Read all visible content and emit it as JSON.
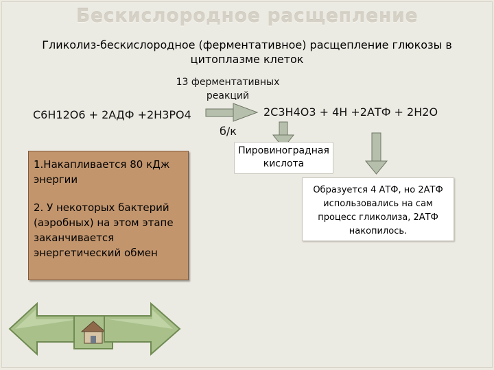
{
  "slide": {
    "title": "Бескислородное расщепление",
    "subtitle": "Гликолиз-бескислородное (ферментативное) расщепление глюкозы в цитоплазме клеток",
    "reaction_count_label": "13 ферментативных реакций",
    "left_side": "С6Н12О6 + 2АДФ +2Н3РО4",
    "right_side": "2С3Н4О3 + 4Н +2АТФ + 2Н2О",
    "arrow_note": "б/к",
    "pyruvic_acid_label": "Пировиноградная кислота",
    "atp_note": "Образуется 4 АТФ, но 2АТФ использовались на сам процесс гликолиза,  2АТФ накопилось.",
    "facts": [
      "1.Накапливается 80 кДж энергии",
      "2. У некоторых бактерий (аэробных) на этом этапе заканчивается энергетический обмен"
    ]
  },
  "colors": {
    "background": "#eceae1",
    "note_box_fill": "#c2956d",
    "arrow_fill": "#b5bfab",
    "nav_fill": "#a9c08b"
  },
  "icons": {
    "prev": "left-arrow-icon",
    "home": "home-icon",
    "next": "right-arrow-icon"
  }
}
